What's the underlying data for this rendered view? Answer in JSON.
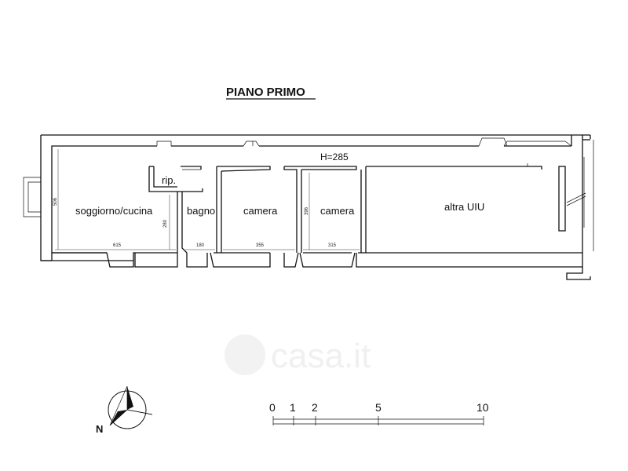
{
  "plan": {
    "title": "PIANO PRIMO",
    "ceiling_height": "H=285",
    "rooms": {
      "soggiorno": "soggiorno/cucina",
      "ripostiglio": "rip.",
      "bagno": "bagno",
      "camera_1": "camera",
      "camera_2": "camera",
      "altra_uiu": "altra UIU"
    },
    "dimensions": {
      "d615": "615",
      "d180": "180",
      "d355": "355",
      "d315": "315",
      "d506": "506",
      "d280": "280",
      "d396": "396"
    }
  },
  "compass": {
    "north": "N"
  },
  "scale_bar": {
    "labels": [
      "0",
      "1",
      "2",
      "5",
      "10"
    ]
  },
  "watermark": {
    "text": "casa.it"
  }
}
